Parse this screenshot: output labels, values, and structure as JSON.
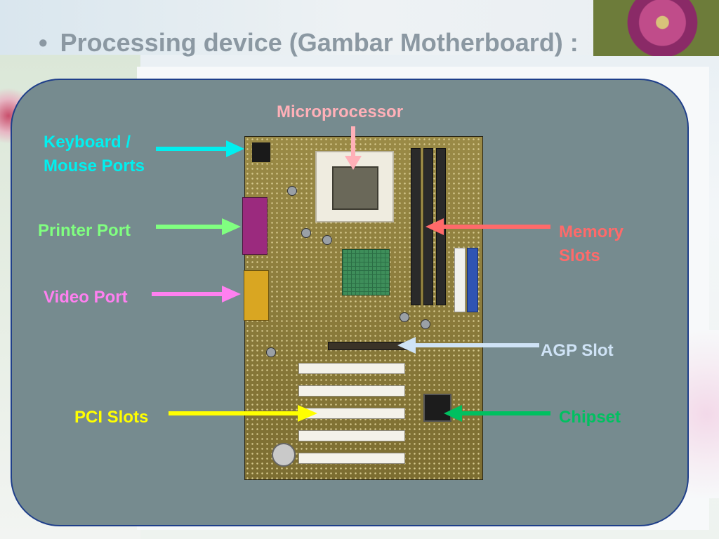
{
  "slide": {
    "bullet": "•",
    "title": "Processing device (Gambar Motherboard) :"
  },
  "labels": {
    "microprocessor": "Microprocessor",
    "keyboard_mouse_line1": "Keyboard /",
    "keyboard_mouse_line2": "Mouse Ports",
    "printer_port": "Printer Port",
    "video_port": "Video Port",
    "memory_slots_line1": "Memory",
    "memory_slots_line2": "Slots",
    "agp_slot": "AGP Slot",
    "pci_slots": "PCI Slots",
    "chipset": "Chipset"
  },
  "colors": {
    "panel_fill": "#768b8f",
    "panel_border": "#1f3f8a",
    "title": "#8b98a2",
    "microprocessor": "#ffb0b8",
    "keyboard_mouse": "#00f0f0",
    "printer_port": "#80ff80",
    "video_port": "#ff80f0",
    "memory_slots": "#ff6a6a",
    "agp_slot": "#cfe3f6",
    "pci_slots": "#ffff00",
    "chipset": "#00c060"
  }
}
